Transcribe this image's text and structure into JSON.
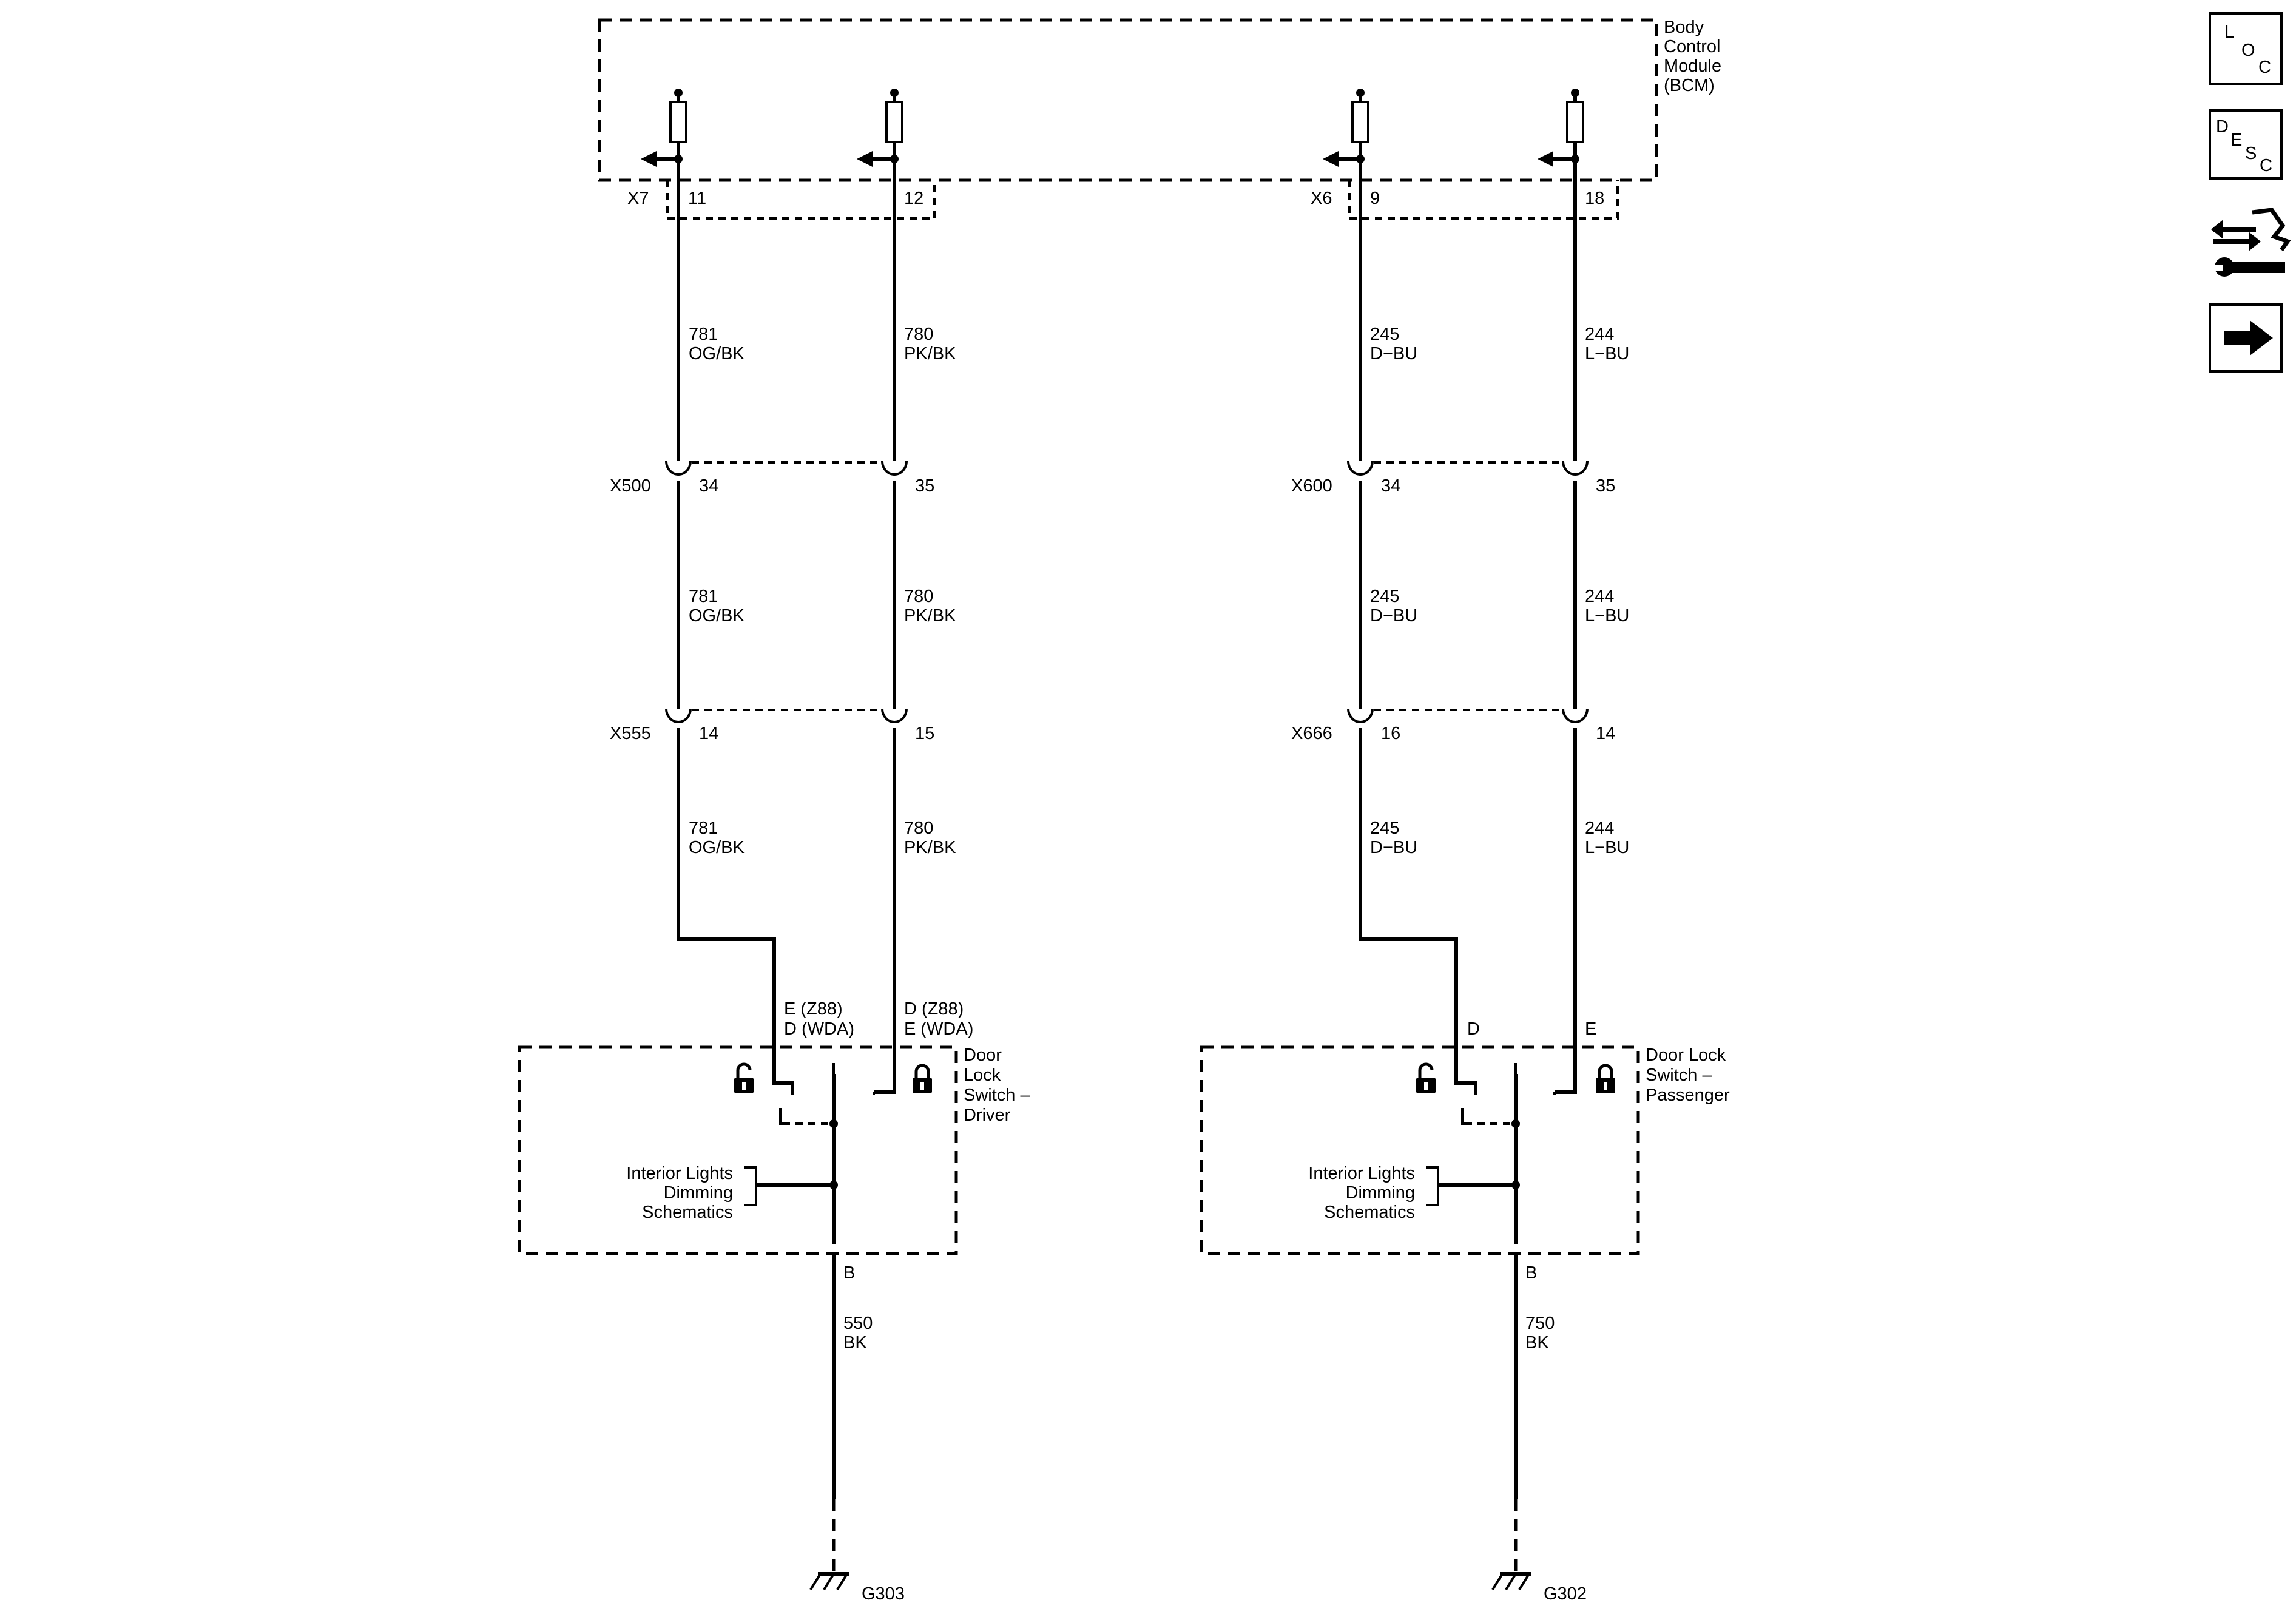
{
  "bcm": {
    "title_lines": [
      "Body",
      "Control",
      "Module",
      "(BCM)"
    ]
  },
  "connectors": {
    "x7": "X7",
    "x6": "X6",
    "x500": "X500",
    "x600": "X600",
    "x555": "X555",
    "x666": "X666"
  },
  "pins": {
    "bcm_x7_a": "11",
    "bcm_x7_b": "12",
    "bcm_x6_a": "9",
    "bcm_x6_b": "18",
    "x500_a": "34",
    "x500_b": "35",
    "x600_a": "34",
    "x600_b": "35",
    "x555_a": "14",
    "x555_b": "15",
    "x666_a": "16",
    "x666_b": "14"
  },
  "wires": {
    "w781": {
      "circuit": "781",
      "color": "OG/BK"
    },
    "w780": {
      "circuit": "780",
      "color": "PK/BK"
    },
    "w245": {
      "circuit": "245",
      "color": "D−BU"
    },
    "w244": {
      "circuit": "244",
      "color": "L−BU"
    },
    "w550": {
      "circuit": "550",
      "color": "BK"
    },
    "w750": {
      "circuit": "750",
      "color": "BK"
    }
  },
  "driver_switch": {
    "title_lines": [
      "Door",
      "Lock",
      "Switch –",
      "Driver"
    ],
    "pin_left_lines": [
      "E (Z88)",
      "D (WDA)"
    ],
    "pin_right_lines": [
      "D (Z88)",
      "E (WDA)"
    ],
    "ground_pin": "B",
    "dimming_lines": [
      "Interior Lights",
      "Dimming",
      "Schematics"
    ]
  },
  "passenger_switch": {
    "title_lines": [
      "Door Lock",
      "Switch –",
      "Passenger"
    ],
    "pin_left": "D",
    "pin_right": "E",
    "ground_pin": "B",
    "dimming_lines": [
      "Interior Lights",
      "Dimming",
      "Schematics"
    ]
  },
  "grounds": {
    "driver": "G303",
    "passenger": "G302"
  },
  "side_buttons": {
    "loc": {
      "letters": [
        "L",
        "O",
        "C"
      ]
    },
    "desc": {
      "letters": [
        "D",
        "E",
        "S",
        "C"
      ]
    }
  }
}
